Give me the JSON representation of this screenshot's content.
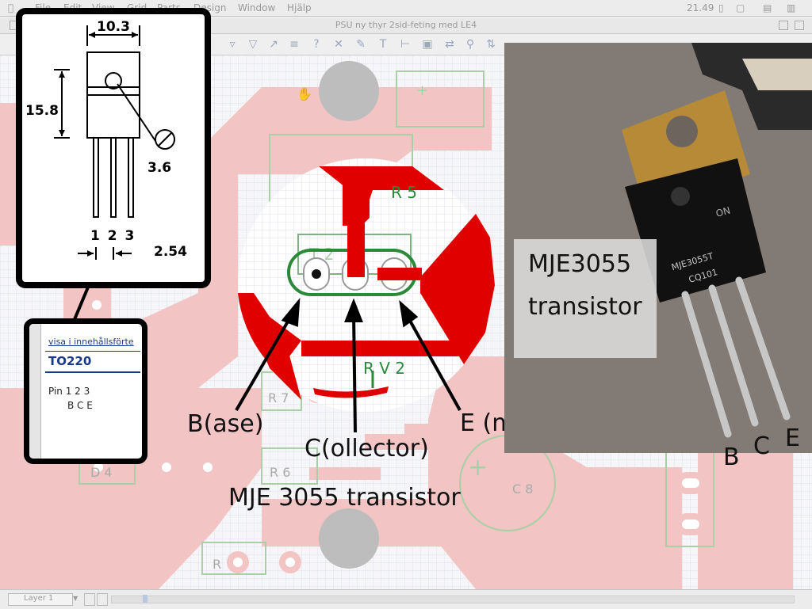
{
  "menu": {
    "items": [
      "File",
      "Edit",
      "View",
      "Grid",
      "Parts",
      "Design",
      "Window",
      "Hjälp"
    ],
    "clock": "21.49"
  },
  "window": {
    "title": "PSU ny thyr 2sid-feting med LE4"
  },
  "datasheet": {
    "width_dim": "10.3",
    "height_dim": "15.8",
    "hole_dim": "3.6",
    "pins": "1 2 3",
    "pitch_dim": "2.54"
  },
  "infobox": {
    "link": "visa i innehållsförte",
    "title": "TO220",
    "pin_line": "Pin 1 2 3",
    "pin_letters": "B C E"
  },
  "pcb": {
    "labels": {
      "r5": "R 5",
      "t2": "T 2",
      "rv2": "R V 2",
      "r7": "R 7",
      "r6": "R 6",
      "d4": "D 4",
      "c8": "C 8",
      "r": "R"
    }
  },
  "annotations": {
    "base": "B(ase)",
    "collector": "C(ollector)",
    "emitter": "E (mitter)",
    "caption": "MJE 3055 transistor"
  },
  "photo": {
    "label_line1": "MJE3055",
    "label_line2": "transistor",
    "marking1": "MJE3055T",
    "marking2": "CQ101",
    "pin_b": "B",
    "pin_c": "C",
    "pin_e": "E"
  },
  "statusbar": {
    "layer": "Layer 1"
  },
  "colors": {
    "pcb_pad": "#f2c4c4",
    "copper_red": "#e00000",
    "silk_green": "#2a8a3a",
    "grid": "#dde1ee"
  }
}
